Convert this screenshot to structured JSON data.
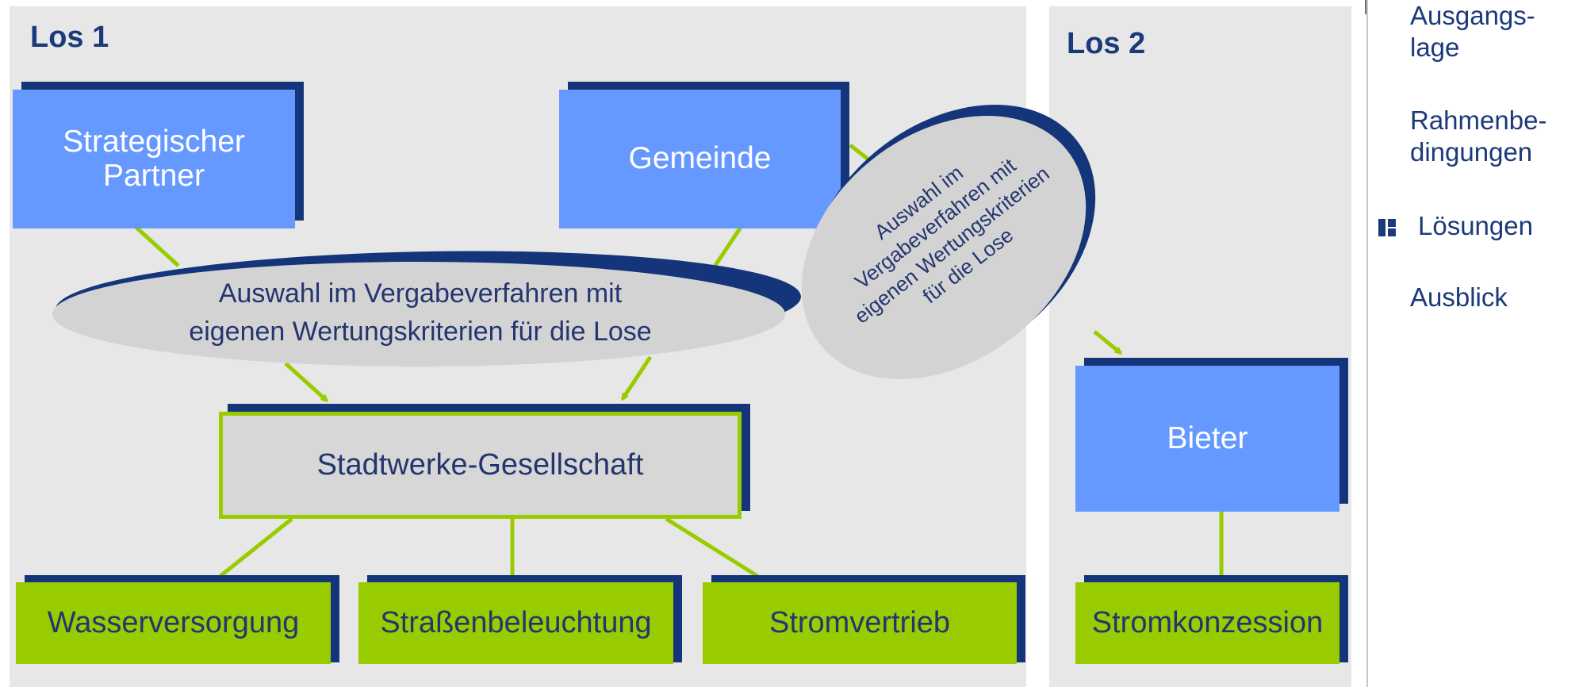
{
  "los1": {
    "title": "Los 1",
    "partner": "Strategischer\nPartner",
    "gemeinde": "Gemeinde",
    "ellipse_text": "Auswahl im Vergabeverfahren mit\neigenen Wertungskriterien für die Lose",
    "stadtwerke": "Stadtwerke-Gesellschaft",
    "wasser": "Wasserversorgung",
    "strassen": "Straßenbeleuchtung",
    "stromvertrieb": "Stromvertrieb"
  },
  "los2": {
    "title": "Los 2",
    "ellipse_text": "Auswahl im\nVergabeverfahren mit\neigenen Wertungskriterien\nfür die Lose",
    "bieter": "Bieter",
    "stromkonzession": "Stromkonzession"
  },
  "nav": {
    "items": [
      {
        "label": "Ausgangs-\nlage",
        "active": false
      },
      {
        "label": "Rahmenbe-\ndingungen",
        "active": false
      },
      {
        "label": "Lösungen",
        "active": true
      },
      {
        "label": "Ausblick",
        "active": false
      }
    ]
  },
  "colors": {
    "panel": "#e7e7e7",
    "blue_box": "#6699ff",
    "green_box": "#99cc00",
    "grey_box": "#d7d7d7",
    "shadow": "#15357a",
    "text_dark": "#24356f",
    "connector": "#99cc00"
  }
}
